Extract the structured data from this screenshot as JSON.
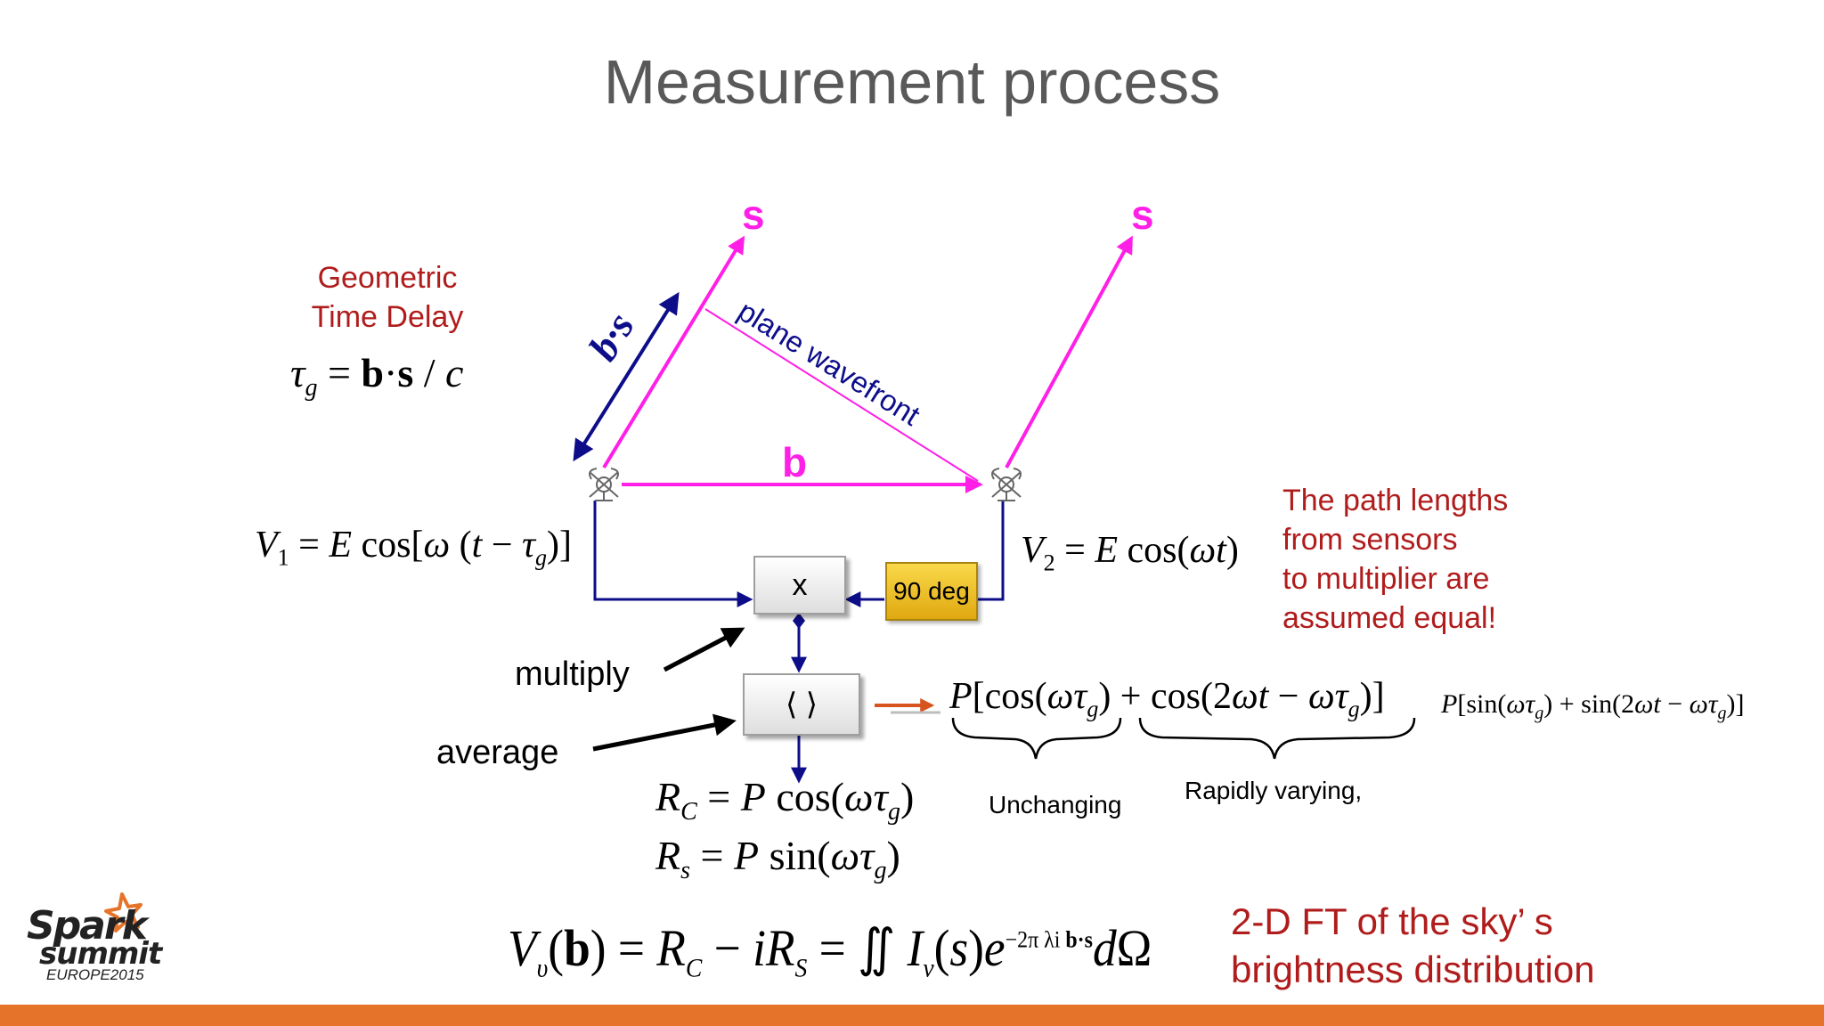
{
  "slide": {
    "title": "Measurement process",
    "geometric_delay": {
      "line1": "Geometric",
      "line2": "Time Delay"
    },
    "labels": {
      "s_left": "s",
      "s_right": "s",
      "b": "b",
      "bs": "b·s",
      "plane_wavefront": "plane wavefront",
      "multiply_box": "x",
      "average_box": "⟨ ⟩",
      "phase_box": "90 deg",
      "multiply": "multiply",
      "average": "average",
      "unchanging": "Unchanging",
      "rapidly_varying": "Rapidly varying,"
    },
    "note": {
      "line1": "The path lengths",
      "line2": "from sensors",
      "line3": "to multiplier are",
      "line4": "assumed equal!"
    },
    "ft_note": {
      "line1": "2-D FT of the sky’ s",
      "line2": "brightness distribution"
    },
    "logo": {
      "spark": "Spark",
      "summit": "summit",
      "event": "EUROPE2015"
    },
    "colors": {
      "magenta": "#ff1fe6",
      "navy": "#0d0d8a",
      "red": "#b01c1c",
      "orange": "#e5742a"
    }
  }
}
